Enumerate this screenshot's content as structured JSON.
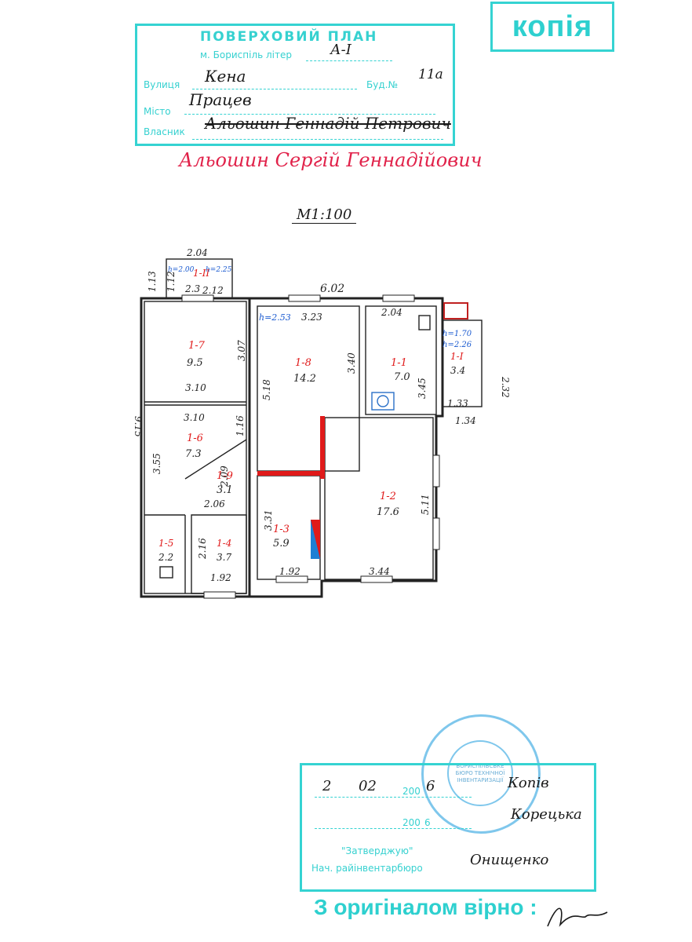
{
  "stamps": {
    "copy": "копія",
    "header": {
      "title": "ПОВЕРХОВИЙ ПЛАН",
      "subtitle": "м. Бориспіль літер",
      "subtitle_value": "А-I",
      "street_label": "Вулиця",
      "street_value": "Кена",
      "building_label": "Буд.№",
      "building_value": "11а",
      "city_label": "Місто",
      "city_value": "Працев",
      "owner_label": "Власник",
      "owner_struck": "Альошин Геннадій Петрович",
      "owner_new": "Альошин Сергій Геннадійович"
    },
    "scale": "М1:100",
    "approval": {
      "day": "2",
      "month": "02",
      "year_prefix": "200",
      "year_suffix": "6",
      "year2_prefix": "200",
      "year2_suffix": "6",
      "sign1": "Копів",
      "sign2": "Корецька",
      "approved": "\"Затверджую\"",
      "chief_label": "Нач. райінвентарбюро",
      "chief_name": "Онищенко"
    },
    "round_stamp": "БОРИСПІЛЬСЬКЕ БЮРО ТЕХНІЧНОЇ ІНВЕНТАРИЗАЦІЇ",
    "original": "З оригіналом вірно :"
  },
  "plan": {
    "rooms": [
      {
        "id": "1-7",
        "area": "9.5"
      },
      {
        "id": "1-8",
        "area": "14.2"
      },
      {
        "id": "1-1",
        "area": "7.0"
      },
      {
        "id": "1-I",
        "area": "3.4"
      },
      {
        "id": "1-6",
        "area": "7.3"
      },
      {
        "id": "1-9",
        "area": "3.1"
      },
      {
        "id": "1-2",
        "area": "17.6"
      },
      {
        "id": "1-3",
        "area": "5.9"
      },
      {
        "id": "1-5",
        "area": "2.2"
      },
      {
        "id": "1-4",
        "area": "3.7"
      },
      {
        "id": "1-II",
        "area": "2.3"
      }
    ],
    "dimensions": [
      "2.04",
      "1.13",
      "1.12",
      "2.12",
      "6.02",
      "3.23",
      "2.04",
      "3.07",
      "3.40",
      "5.18",
      "3.45",
      "2.32",
      "3.10",
      "3.10",
      "1.16",
      "9.15",
      "3.55",
      "2.09",
      "2.06",
      "1.33",
      "1.34",
      "5.11",
      "3.31",
      "2.16",
      "1.92",
      "1.92",
      "3.44"
    ],
    "heights": [
      "h=2.00",
      "h=2.25",
      "h=2.53",
      "h=1.70",
      "h=2.26"
    ]
  }
}
